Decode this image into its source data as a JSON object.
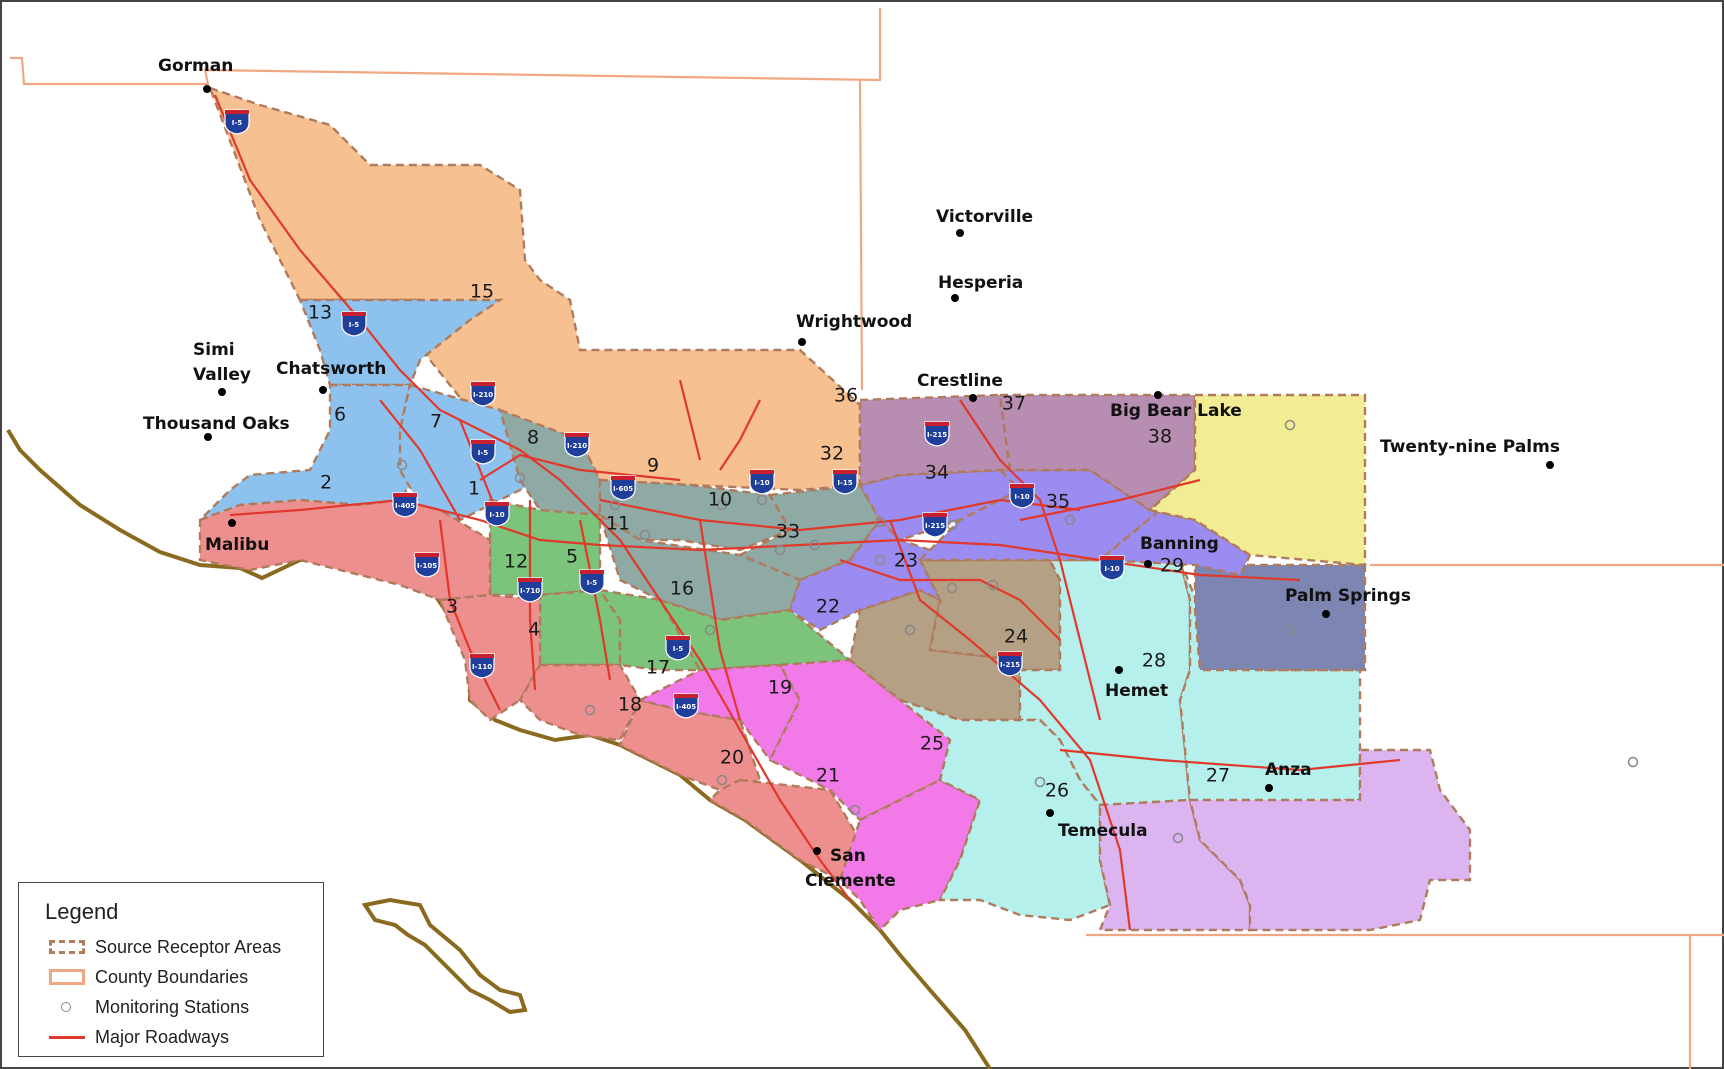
{
  "colors": {
    "county_boundary": "#f0a884",
    "sra_boundary": "#b07a5c",
    "coast": "#8a6a1e",
    "road": "#e0392b",
    "sra_fills": {
      "1": "#7cc47c",
      "2": "#ee8f8f",
      "3": "#ee8f8f",
      "4": "#ee8f8f",
      "5": "#7cc47c",
      "6": "#8ec2ee",
      "7": "#8ec2ee",
      "8": "#8fa9a5",
      "9": "#8fa9a5",
      "10": "#8fa9a5",
      "11": "#8fa9a5",
      "12": "#7cc47c",
      "13": "#8ec2ee",
      "15": "#f7c090",
      "16": "#7cc47c",
      "17": "#f27ae8",
      "18": "#ee8f8f",
      "19": "#f27ae8",
      "20": "#ee8f8f",
      "21": "#f27ae8",
      "22": "#b3a085",
      "23": "#b3a085",
      "24": "#b5f0ec",
      "25": "#b5f0ec",
      "26": "#dcb5f0",
      "27": "#dcb5f0",
      "28": "#b5f0ec",
      "29": "#7d85b3",
      "32": "#9a8cf0",
      "33": "#9a8cf0",
      "34": "#9a8cf0",
      "35": "#9a8cf0",
      "36": "#b78db2",
      "37": "#b78db2",
      "38": "#f2ec92"
    }
  },
  "sra_labels": [
    "1",
    "2",
    "3",
    "4",
    "5",
    "6",
    "7",
    "8",
    "9",
    "10",
    "11",
    "12",
    "13",
    "15",
    "16",
    "17",
    "18",
    "19",
    "20",
    "21",
    "22",
    "23",
    "24",
    "25",
    "26",
    "27",
    "28",
    "29",
    "32",
    "33",
    "34",
    "35",
    "36",
    "37",
    "38"
  ],
  "cities": [
    "Gorman",
    "Simi Valley",
    "Chatsworth",
    "Thousand Oaks",
    "Malibu",
    "Wrightwood",
    "Victorville",
    "Hesperia",
    "Crestline",
    "Big Bear Lake",
    "Twenty-nine Palms",
    "Banning",
    "Palm Springs",
    "Hemet",
    "Anza",
    "Temecula",
    "San Clemente"
  ],
  "city_lines": {
    "simi": [
      "Simi",
      "Valley"
    ],
    "sanclemente": [
      "San",
      "Clemente"
    ]
  },
  "highways": [
    "I-5",
    "I-5",
    "I-210",
    "I-5",
    "I-210",
    "I-605",
    "I-10",
    "I-405",
    "I-10",
    "I-105",
    "I-710",
    "I-5",
    "I-110",
    "I-5",
    "I-405",
    "I-15",
    "I-215",
    "I-215",
    "I-10",
    "I-10",
    "I-215"
  ],
  "legend": {
    "title": "Legend",
    "items": [
      {
        "label": "Source Receptor Areas",
        "icon": "dashed-box-icon"
      },
      {
        "label": "County Boundaries",
        "icon": "solid-box-icon"
      },
      {
        "label": "Monitoring Stations",
        "icon": "circle-icon"
      },
      {
        "label": "Major Roadways",
        "icon": "red-line-icon"
      }
    ]
  }
}
